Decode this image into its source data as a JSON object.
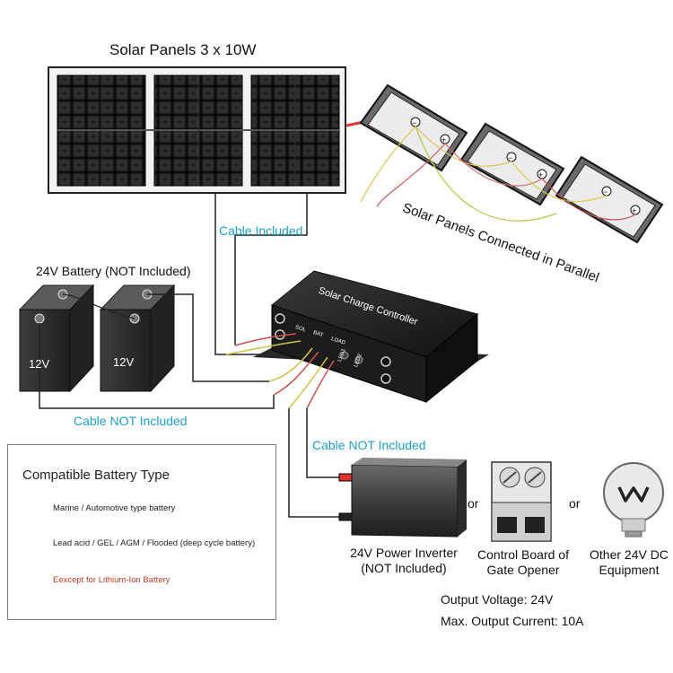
{
  "solar_panels_title": "Solar Panels 3 x 10W",
  "parallel_label": "Solar Panels Connected in Parallel",
  "cable_included": "Cable Included",
  "cable_not_included_left": "Cable NOT Included",
  "cable_not_included_right": "Cable NOT Included",
  "battery_title": "24V Battery (NOT Included)",
  "battery_1_voltage": "12V",
  "battery_2_voltage": "12V",
  "controller": {
    "name": "Solar Charge Controller",
    "ports": [
      "SOL",
      "BAT",
      "LOAD"
    ],
    "leds": [
      "LED1",
      "LED2"
    ]
  },
  "loads": {
    "inverter": [
      "24V Power Inverter",
      "(NOT Included)"
    ],
    "or_1": "or",
    "gate": [
      "Control Board of",
      "Gate Opener"
    ],
    "or_2": "or",
    "other": [
      "Other 24V DC",
      "Equipment"
    ]
  },
  "specs": {
    "voltage": "Output Voltage: 24V",
    "current": "Max. Output Current: 10A"
  },
  "compatible": {
    "title": "Compatible Battery Type",
    "items": [
      "Marine / Automotive type battery",
      "Lead acid / GEL / AGM / Flooded (deep cycle battery)",
      "Eexcept for Lithium-Ion Battery"
    ]
  },
  "colors": {
    "cable_label": "#1aa0c8",
    "warning": "#c0392b",
    "arrow": "#e03a2f"
  },
  "icons": [
    "battery-icon",
    "deep-cycle-battery-icon",
    "lithium-battery-icon",
    "light-bulb-icon",
    "red-arrow-icon"
  ]
}
